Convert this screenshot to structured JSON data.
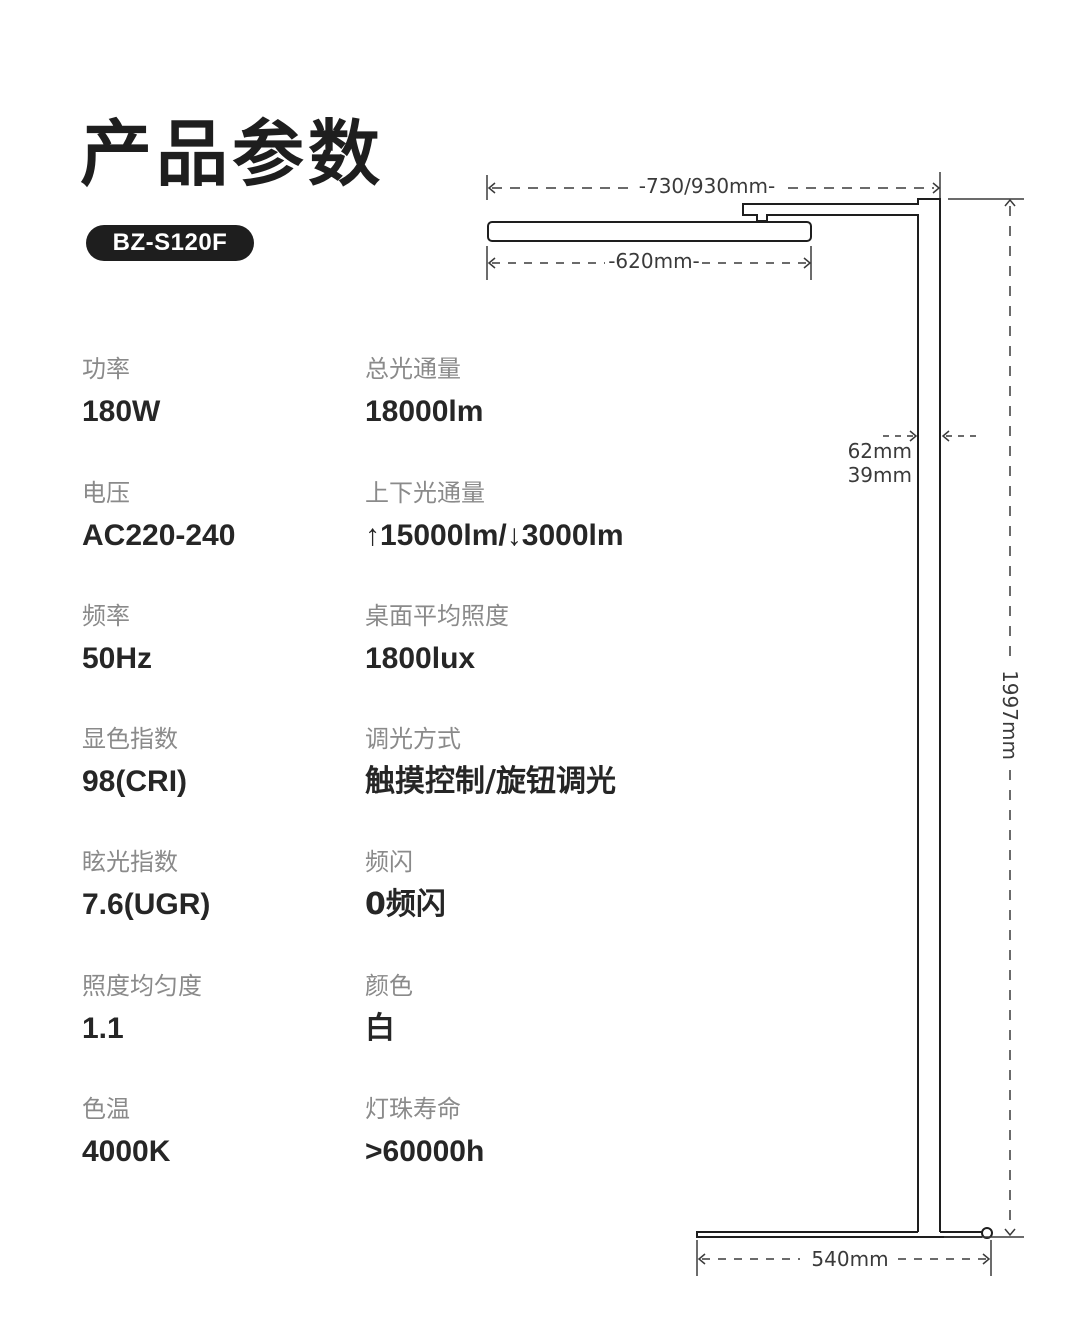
{
  "header": {
    "title": "产品参数",
    "model": "BZ-S120F"
  },
  "specs_left": [
    {
      "label": "功率",
      "value": "180W"
    },
    {
      "label": "电压",
      "value": "AC220-240"
    },
    {
      "label": "频率",
      "value": "50Hz"
    },
    {
      "label": "显色指数",
      "value": "98(CRI)"
    },
    {
      "label": "眩光指数",
      "value": "7.6(UGR)"
    },
    {
      "label": "照度均匀度",
      "value": "1.1"
    },
    {
      "label": "色温",
      "value": "4000K"
    }
  ],
  "specs_right": [
    {
      "label": "总光通量",
      "value": "18000lm"
    },
    {
      "label": "上下光通量",
      "value": "↑15000lm/↓3000lm"
    },
    {
      "label": "桌面平均照度",
      "value": "1800lux"
    },
    {
      "label": "调光方式",
      "value": "触摸控制/旋钮调光"
    },
    {
      "label": "频闪",
      "value": "0频闪"
    },
    {
      "label": "颜色",
      "value": "白"
    },
    {
      "label": "灯珠寿命",
      "value": ">60000h"
    }
  ],
  "diagram": {
    "total_arm_length": "-730/930mm-",
    "head_length": "-620mm-",
    "pole_width_1": "62mm",
    "pole_width_2": "39mm",
    "height": "1997mm",
    "base_length": "540mm",
    "line_color": "#1e1e1e"
  }
}
